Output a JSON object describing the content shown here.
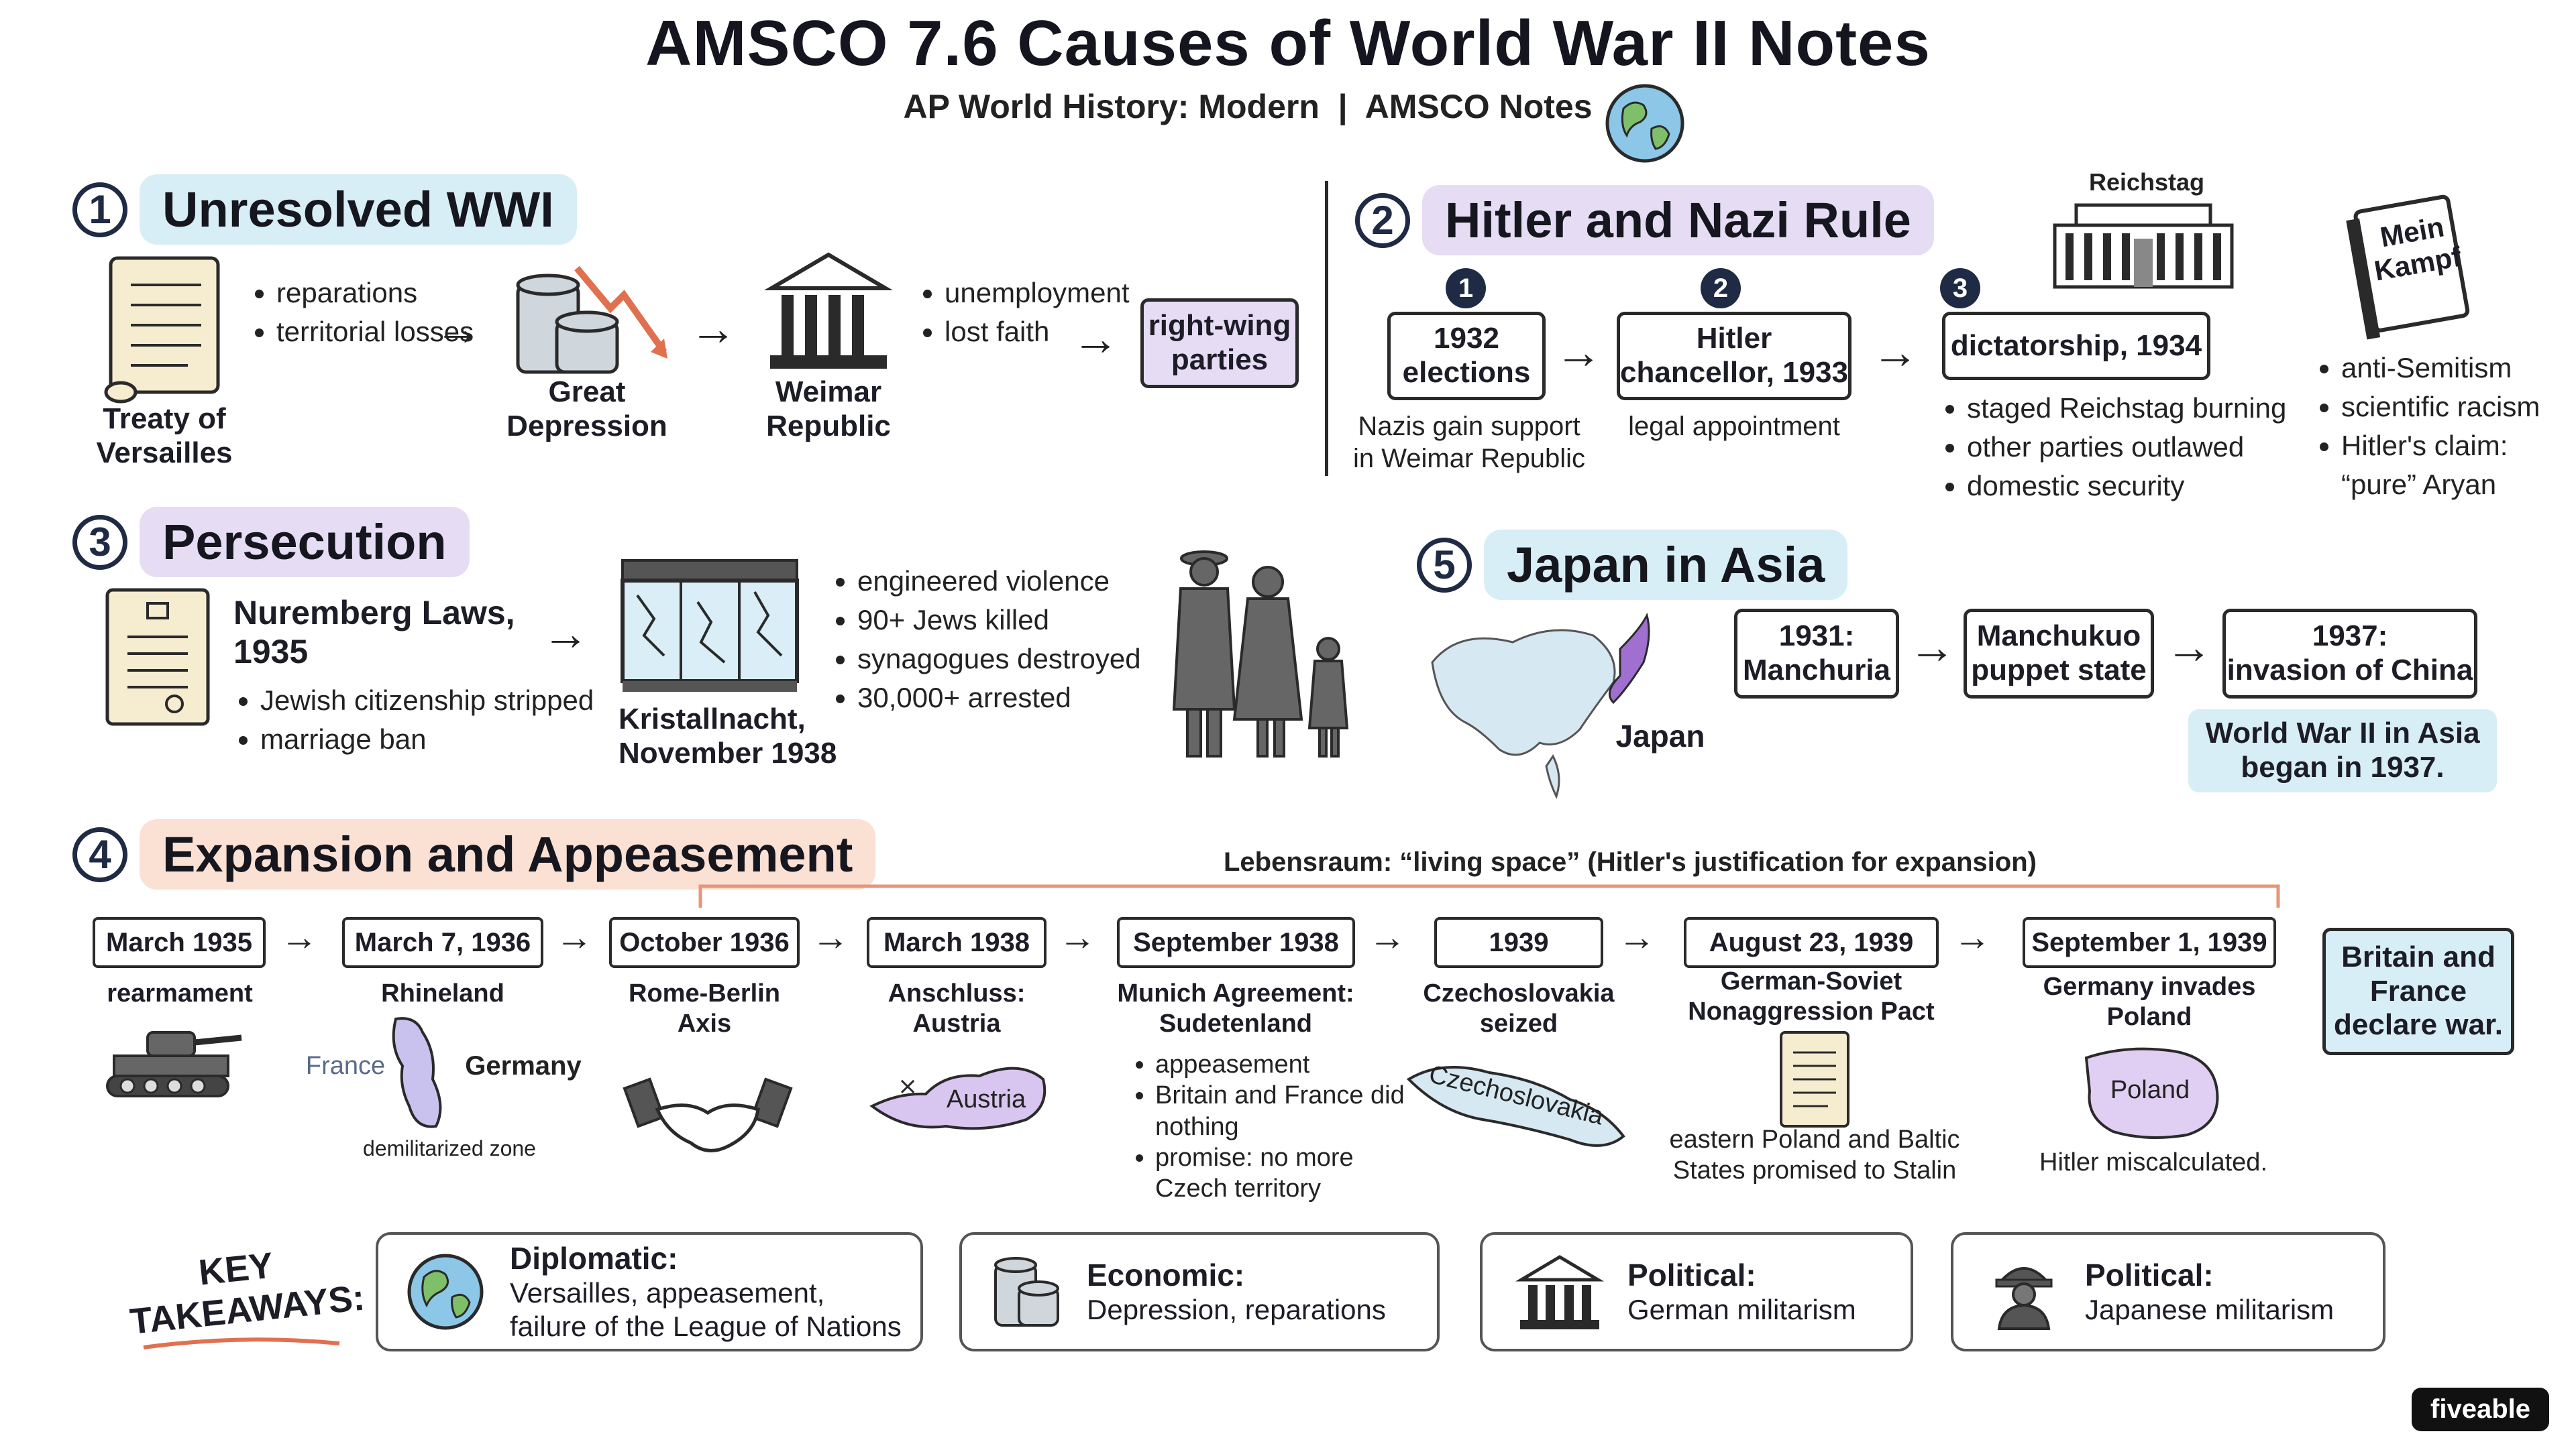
{
  "title": "AMSCO 7.6 Causes of World War II  Notes",
  "subtitle": "AP World History: Modern  |  AMSCO Notes",
  "sec1": {
    "num": "1",
    "title": "Unresolved WWI",
    "treaty": "Treaty of\nVersailles",
    "bullets1": [
      "reparations",
      "territorial losses"
    ],
    "depression": "Great\nDepression",
    "weimar": "Weimar\nRepublic",
    "bullets2": [
      "unemployment",
      "lost faith"
    ],
    "rightwing": "right-wing\nparties"
  },
  "sec2": {
    "num": "2",
    "title": "Hitler and Nazi Rule",
    "step1_num": "1",
    "step1": "1932\nelections",
    "step1_note": "Nazis gain support\nin Weimar Republic",
    "step2_num": "2",
    "step2": "Hitler\nchancellor, 1933",
    "step2_note": "legal appointment",
    "step3_num": "3",
    "step3": "dictatorship, 1934",
    "step3_bullets": [
      "staged Reichstag burning",
      "other parties outlawed",
      "domestic security"
    ],
    "reichstag": "Reichstag",
    "book": "Mein\nKampf",
    "book_bullets": [
      "anti-Semitism",
      "scientific racism",
      "Hitler's claim: “pure” Aryan"
    ]
  },
  "sec3": {
    "num": "3",
    "title": "Persecution",
    "nuremberg": "Nuremberg Laws,\n1935",
    "nuremberg_bullets": [
      "Jewish citizenship stripped",
      "marriage ban"
    ],
    "kristallnacht": "Kristallnacht,\nNovember 1938",
    "k_bullets": [
      "engineered violence",
      "90+ Jews killed",
      "synagogues destroyed",
      "30,000+ arrested"
    ]
  },
  "sec5": {
    "num": "5",
    "title": "Japan in Asia",
    "japan": "Japan",
    "b1": "1931:\nManchuria",
    "b2": "Manchukuo\npuppet state",
    "b3": "1937:\ninvasion of China",
    "note": "World War II in Asia\nbegan in 1937."
  },
  "sec4": {
    "num": "4",
    "title": "Expansion and Appeasement",
    "lebensraum": "Lebensraum: “living space” (Hitler's justification for expansion)",
    "events": [
      {
        "date": "March 1935",
        "label": "rearmament"
      },
      {
        "date": "March 7, 1936",
        "label": "Rhineland"
      },
      {
        "date": "October 1936",
        "label": "Rome-Berlin\nAxis"
      },
      {
        "date": "March 1938",
        "label": "Anschluss:\nAustria"
      },
      {
        "date": "September 1938",
        "label": "Munich Agreement:\nSudetenland"
      },
      {
        "date": "1939",
        "label": "Czechoslovakia\nseized"
      },
      {
        "date": "August 23, 1939",
        "label": "German-Soviet\nNonaggression Pact"
      },
      {
        "date": "September 1, 1939",
        "label": "Germany invades\nPoland"
      }
    ],
    "france": "France",
    "germany": "Germany",
    "dmz": "demilitarized zone",
    "austria": "Austria",
    "munich_bullets": [
      "appeasement",
      "Britain and France did nothing",
      "promise: no more Czech territory"
    ],
    "czech": "Czechoslovakia",
    "pact_note": "eastern Poland and Baltic\nStates promised to Stalin",
    "poland": "Poland",
    "miscalc": "Hitler miscalculated.",
    "declare": "Britain and\nFrance\ndeclare war."
  },
  "takeaways": {
    "heading": "KEY\nTAKEAWAYS:",
    "items": [
      {
        "title": "Diplomatic:",
        "text": "Versailles, appeasement,\nfailure of the League of Nations",
        "icon": "globe-icon"
      },
      {
        "title": "Economic:",
        "text": "Depression, reparations",
        "icon": "coins-icon"
      },
      {
        "title": "Political:",
        "text": "German militarism",
        "icon": "building-icon"
      },
      {
        "title": "Political:",
        "text": "Japanese militarism",
        "icon": "soldier-icon"
      }
    ]
  },
  "brand": "fiveable",
  "colors": {
    "blue": "#d8eef6",
    "purple": "#e6ddf5",
    "peach": "#fbe0d4",
    "navy": "#1f2a44",
    "japan": "#a070d0",
    "arrow_red": "#e07050",
    "bracket": "#e8957a"
  }
}
